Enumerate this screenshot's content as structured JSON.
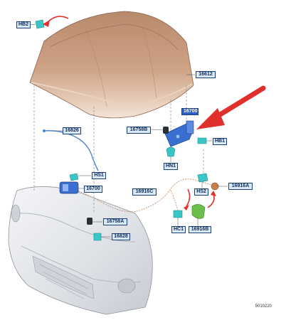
{
  "diagram": {
    "callouts": {
      "hb2": "HB2",
      "c16612": "16612",
      "c16700_top": "16700",
      "c16826": "16826",
      "c16758b": "16758B",
      "hb1": "HB1",
      "hn1": "HN1",
      "hs1": "HS1",
      "c16700": "16700",
      "c16916c": "16916C",
      "c16916a": "16916A",
      "hs2": "HS2",
      "c16758a": "16758A",
      "c16828": "16828",
      "hc1": "HC1",
      "c16916b": "16916B"
    },
    "document_number": "5010220"
  },
  "colors": {
    "hood": "#c89a7c",
    "bumper": "#e4e6ea",
    "part": "#3a6fd1",
    "arrow": "#e0302c",
    "callout_fill": "#d8e9f7",
    "callout_border": "#1c3f7a",
    "highlight": "#2b5fc7",
    "green_part": "#6bbf4a",
    "orange_part": "#c9824a",
    "teal_clip": "#38c6c6"
  }
}
